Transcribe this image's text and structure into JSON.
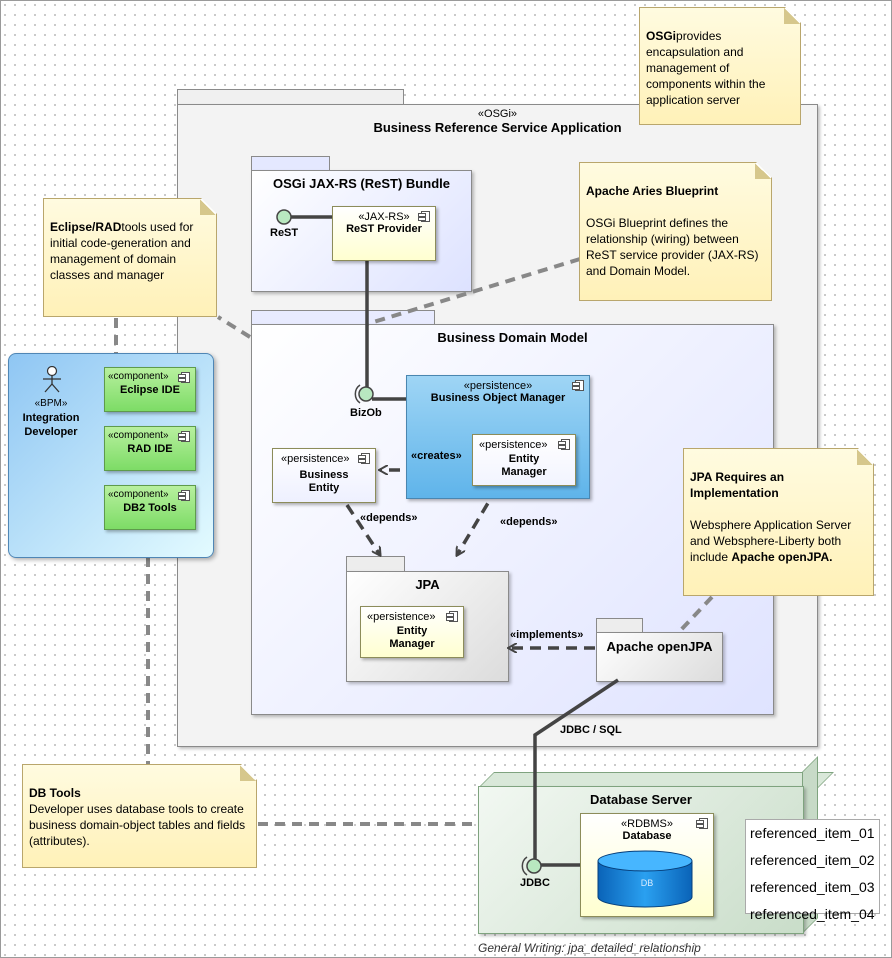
{
  "packages": {
    "brsa": {
      "stereotype": "«OSGi»",
      "title": "Business Reference Service Application"
    },
    "jaxrs_bundle": {
      "title": "OSGi JAX-RS (ReST) Bundle"
    },
    "domain_model": {
      "title": "Business Domain Model"
    },
    "jpa": {
      "title": "JPA"
    },
    "openjpa": {
      "title": "Apache openJPA"
    },
    "db_server": {
      "title": "Database Server"
    }
  },
  "components": {
    "rest_provider": {
      "stereotype": "«JAX-RS»",
      "name": "ReST Provider"
    },
    "bom": {
      "stereotype": "«persistence»",
      "name": "Business Object Manager"
    },
    "entity_manager_bom": {
      "stereotype": "«persistence»",
      "name": "Entity Manager"
    },
    "business_entity": {
      "stereotype": "«persistence»",
      "name": "Business Entity"
    },
    "entity_manager_jpa": {
      "stereotype": "«persistence»",
      "name": "Entity Manager"
    },
    "database": {
      "stereotype": "«RDBMS»",
      "name": "Database",
      "cylinder_label": "DB"
    },
    "eclipse_ide": {
      "stereotype": "«component»",
      "name": "Eclipse IDE"
    },
    "rad_ide": {
      "stereotype": "«component»",
      "name": "RAD IDE"
    },
    "db2_tools": {
      "stereotype": "«component»",
      "name": "DB2 Tools"
    }
  },
  "actor": {
    "stereotype": "«BPM»",
    "name_line1": "Integration",
    "name_line2": "Developer"
  },
  "ports": {
    "rest": "ReST",
    "bizob": "BizOb",
    "jdbc": "JDBC"
  },
  "relationships": {
    "creates": "«creates»",
    "depends_1": "«depends»",
    "depends_2": "«depends»",
    "implements": "«implements»",
    "jdbc_sql": "JDBC / SQL"
  },
  "notes": {
    "osgi": {
      "bold": "OSGi",
      "text": "provides encapsulation and management of components within the application server"
    },
    "aries": {
      "title": "Apache Aries Blueprint",
      "text": "OSGi Blueprint defines the relationship (wiring) between ReST service provider (JAX-RS) and Domain Model."
    },
    "eclipse": {
      "bold": "Eclipse/RAD",
      "text": "tools used for initial code-generation and management of domain classes and manager"
    },
    "jpa_req": {
      "title": "JPA Requires an Implementation",
      "text": "Websphere Application Server and Websphere-Liberty both include ",
      "bold_tail": "Apache openJPA."
    },
    "db_tools": {
      "title": "DB Tools",
      "text": "Developer uses database tools to create business domain-object tables and fields (attributes)."
    }
  },
  "legend": [
    "referenced_item_01",
    "referenced_item_02",
    "referenced_item_03",
    "referenced_item_04"
  ],
  "caption": "General Writing: jpa_detailed_relationship",
  "colors": {
    "component_fill": "#ffffd6",
    "package_fill": "#eef0ff",
    "bom_fill": "#7cc3ef",
    "db_fill": "#1e90e0",
    "port_fill": "#9fdca4",
    "component_green": "#8ee07a"
  }
}
